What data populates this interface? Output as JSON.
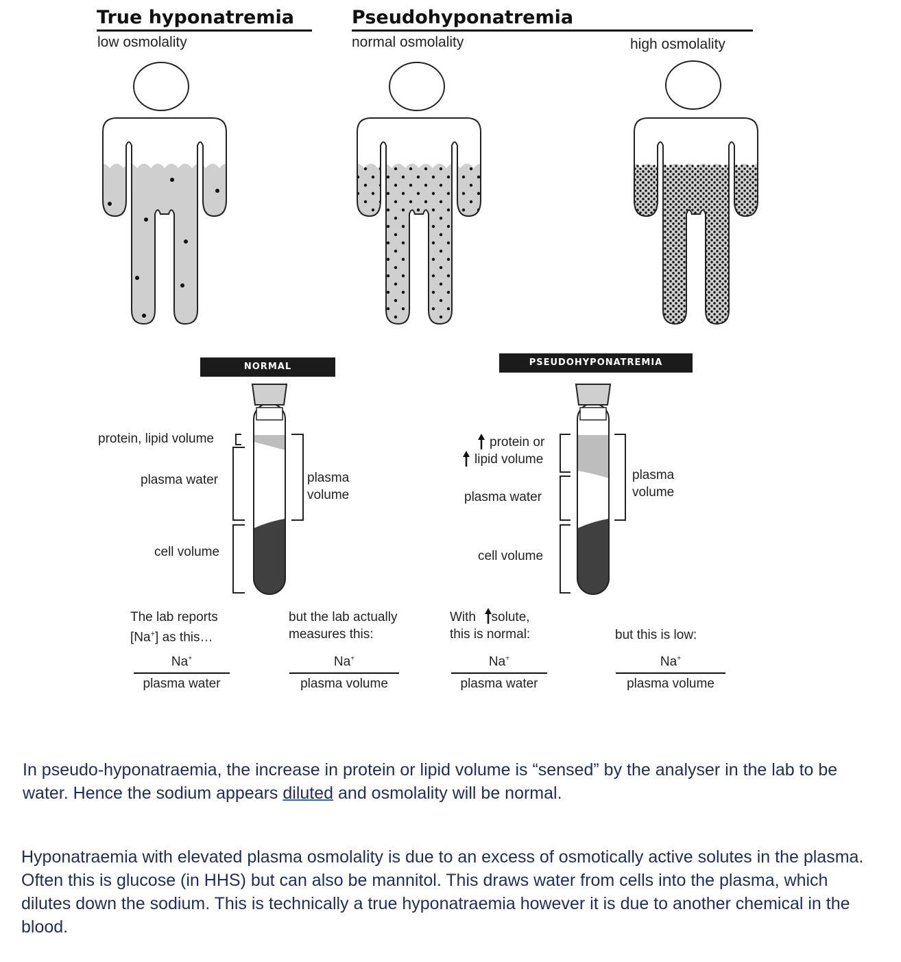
{
  "headers": {
    "true_title": "True hyponatremia",
    "true_sub": "low osmolality",
    "pseudo_title": "Pseudohyponatremia",
    "pseudo_sub_normal": "normal osmolality",
    "pseudo_sub_high": "high osmolality"
  },
  "tubes": {
    "normal": {
      "banner": "NORMAL",
      "label_protein": "protein, lipid volume",
      "label_plasma_water": "plasma water",
      "label_cell": "cell volume",
      "label_plasma_volume_1": "plasma",
      "label_plasma_volume_2": "volume"
    },
    "pseudo": {
      "banner": "PSEUDOHYPONATREMIA",
      "label_protein_1": "protein or",
      "label_protein_2": "lipid volume",
      "label_plasma_water": "plasma water",
      "label_cell": "cell volume",
      "label_plasma_volume_1": "plasma",
      "label_plasma_volume_2": "volume"
    }
  },
  "captions": {
    "c1_line1": "The lab reports",
    "c1_line2_pre": "[Na",
    "c1_line2_sup": "+",
    "c1_line2_post": "] as this…",
    "c2_line1": "but the lab actually",
    "c2_line2": "measures this:",
    "c3_line1_pre": "With ",
    "c3_line1_post": " solute,",
    "c3_line2": "this is normal:",
    "c4_line1": "but this is low:"
  },
  "fractions": [
    {
      "num": "Na",
      "sup": "+",
      "den": "plasma water"
    },
    {
      "num": "Na",
      "sup": "+",
      "den": "plasma volume"
    },
    {
      "num": "Na",
      "sup": "+",
      "den": "plasma water"
    },
    {
      "num": "Na",
      "sup": "+",
      "den": "plasma volume"
    }
  ],
  "paragraphs": {
    "p1_part1": "In pseudo-hyponatraemia, the increase in protein or lipid volume is “sensed” by the analyser in the lab to be water. Hence the sodium appears ",
    "p1_underlined": "diluted",
    "p1_part2": " and osmolality will be normal.",
    "p2": "Hyponatraemia with elevated plasma osmolality is due to an excess of osmotically active solutes in the plasma. Often this is glucose (in HHS) but can also be mannitol. This draws water from cells into the plasma, which dilutes down the sodium. This is technically a true hyponatraemia however it is due to another chemical in the blood."
  },
  "colors": {
    "fluid": "#cfcfcf",
    "cell": "#404040",
    "banner": "#1b1b1b",
    "paragraph_text": "#1e2d5c"
  }
}
